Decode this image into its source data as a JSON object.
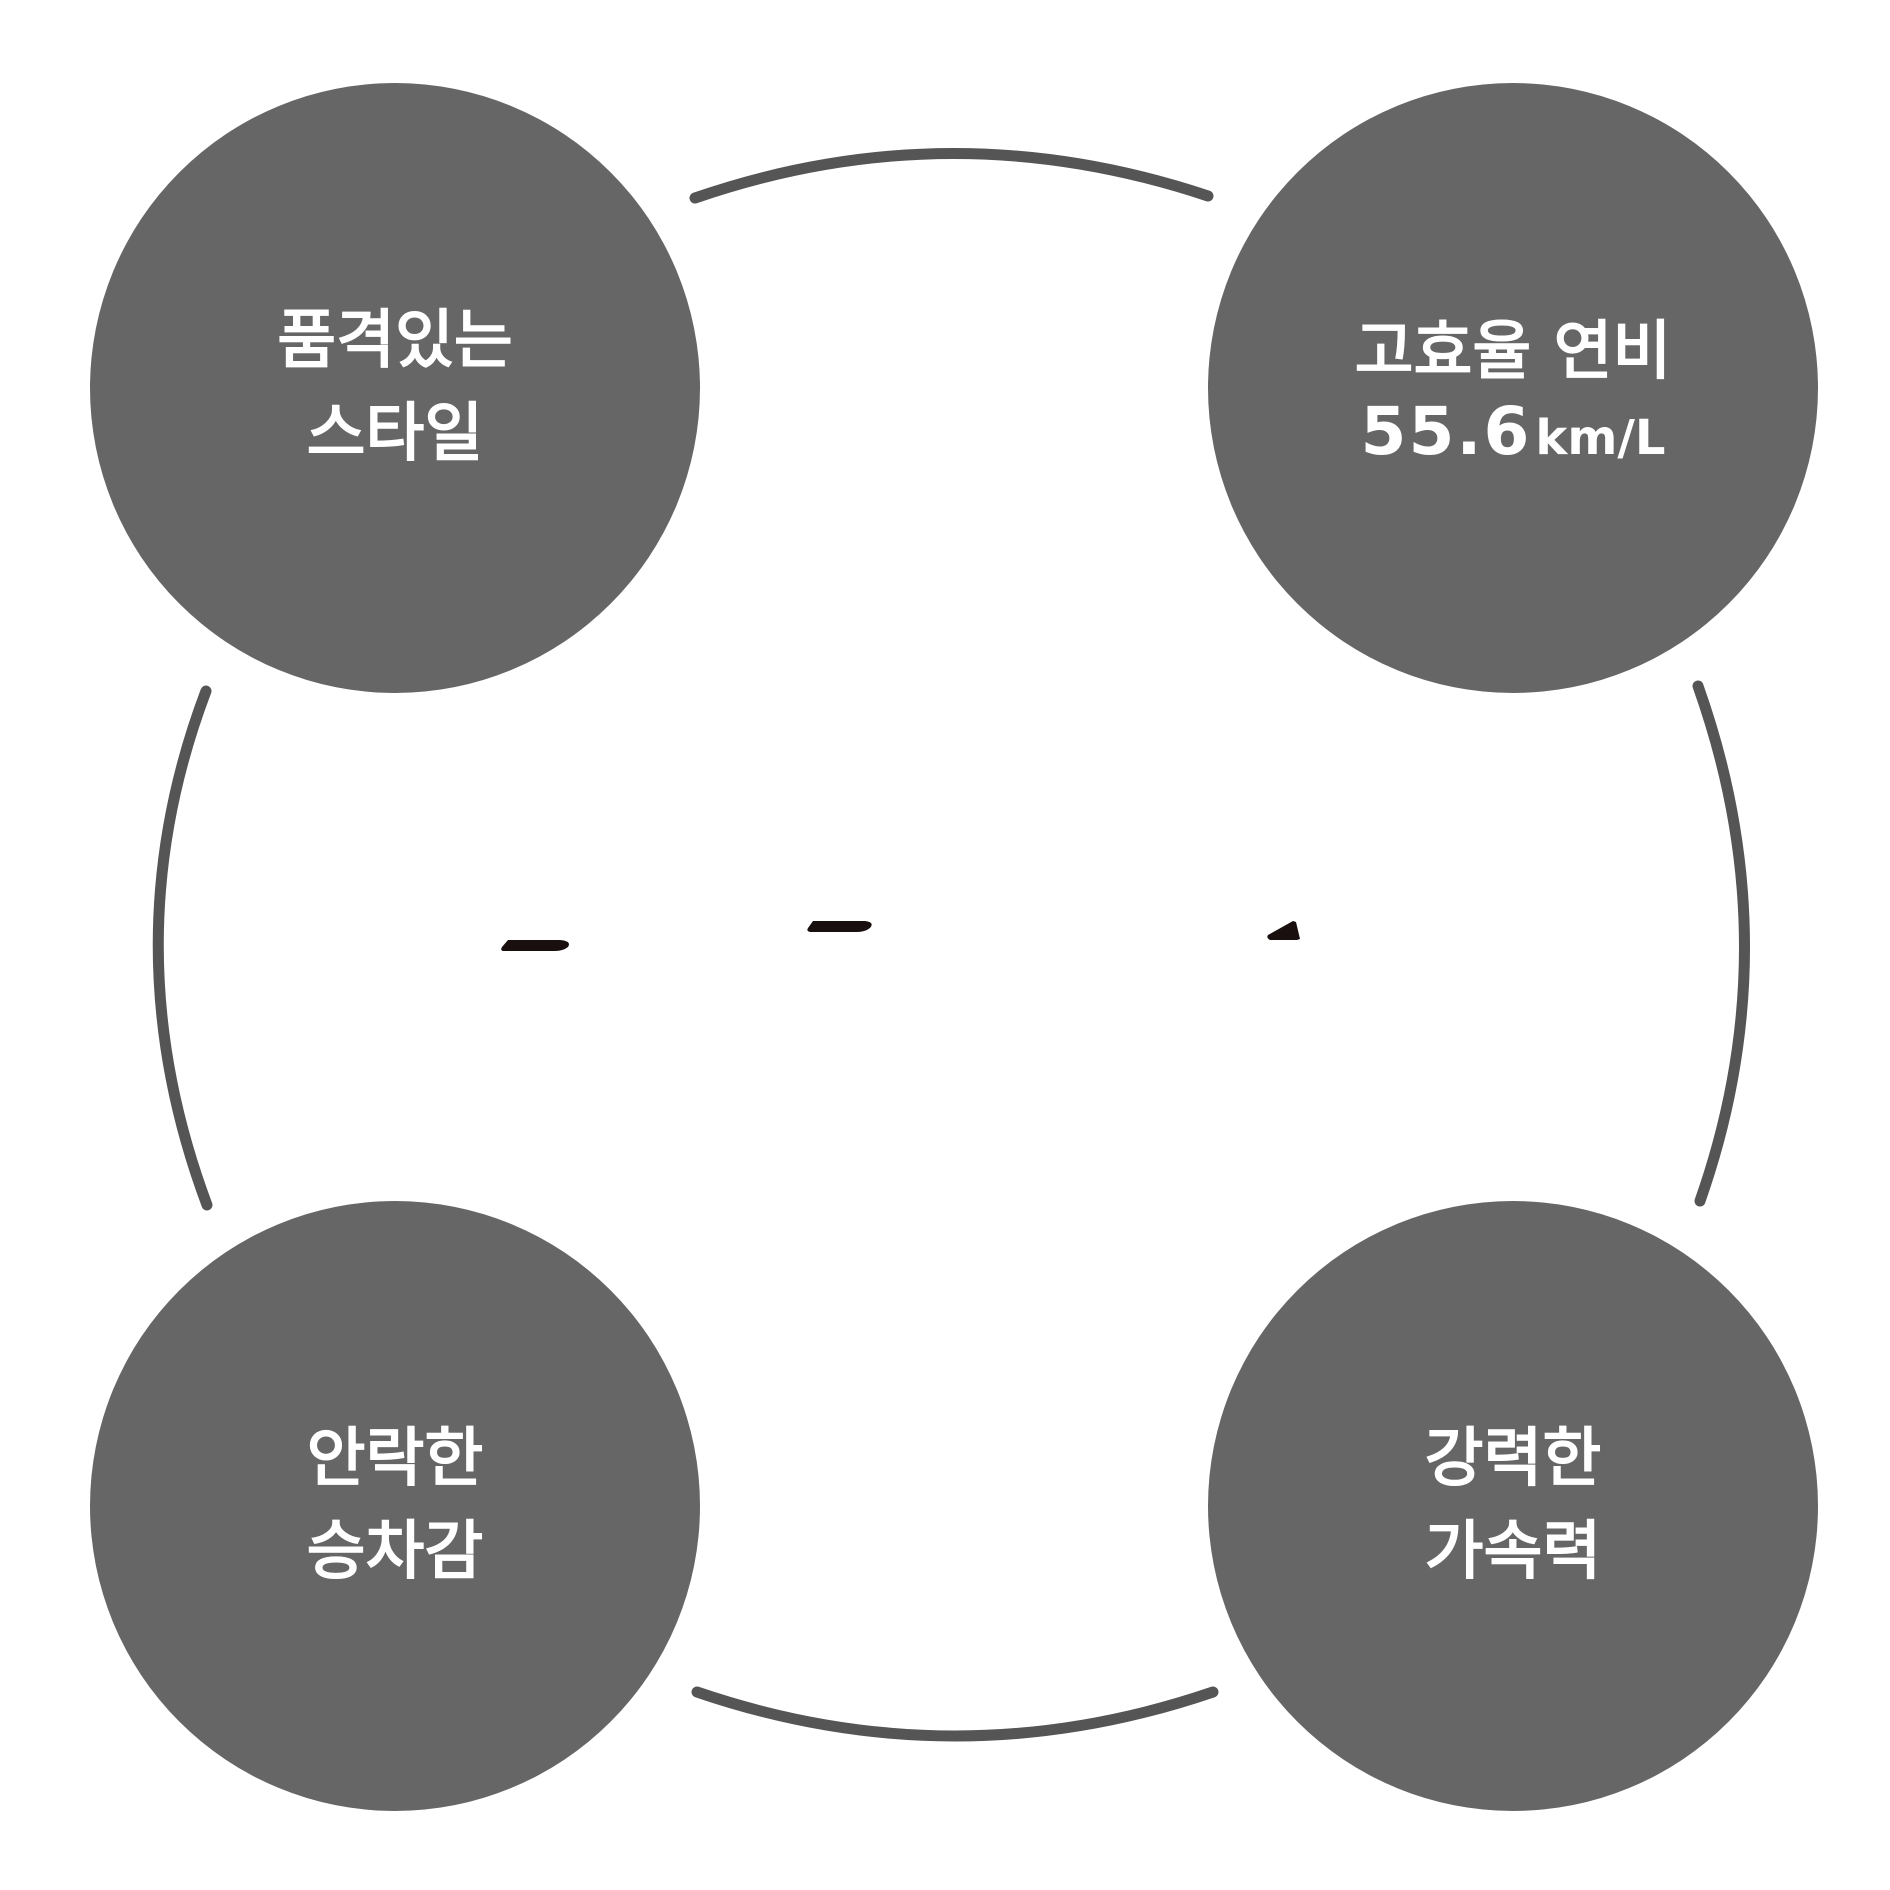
{
  "colors": {
    "circle_fill": "#666666",
    "connector_stroke": "#555555",
    "text": "#ffffff",
    "background": "#ffffff",
    "fragment": "#1a0f0f"
  },
  "features": {
    "top_left": {
      "line1": "품격있는",
      "line2": "스타일"
    },
    "top_right": {
      "line1": "고효율 연비",
      "value": "55.6",
      "unit": "km/L"
    },
    "bottom_left": {
      "line1": "안락한",
      "line2": "승차감"
    },
    "bottom_right": {
      "line1": "강력한",
      "line2": "가속력"
    }
  }
}
